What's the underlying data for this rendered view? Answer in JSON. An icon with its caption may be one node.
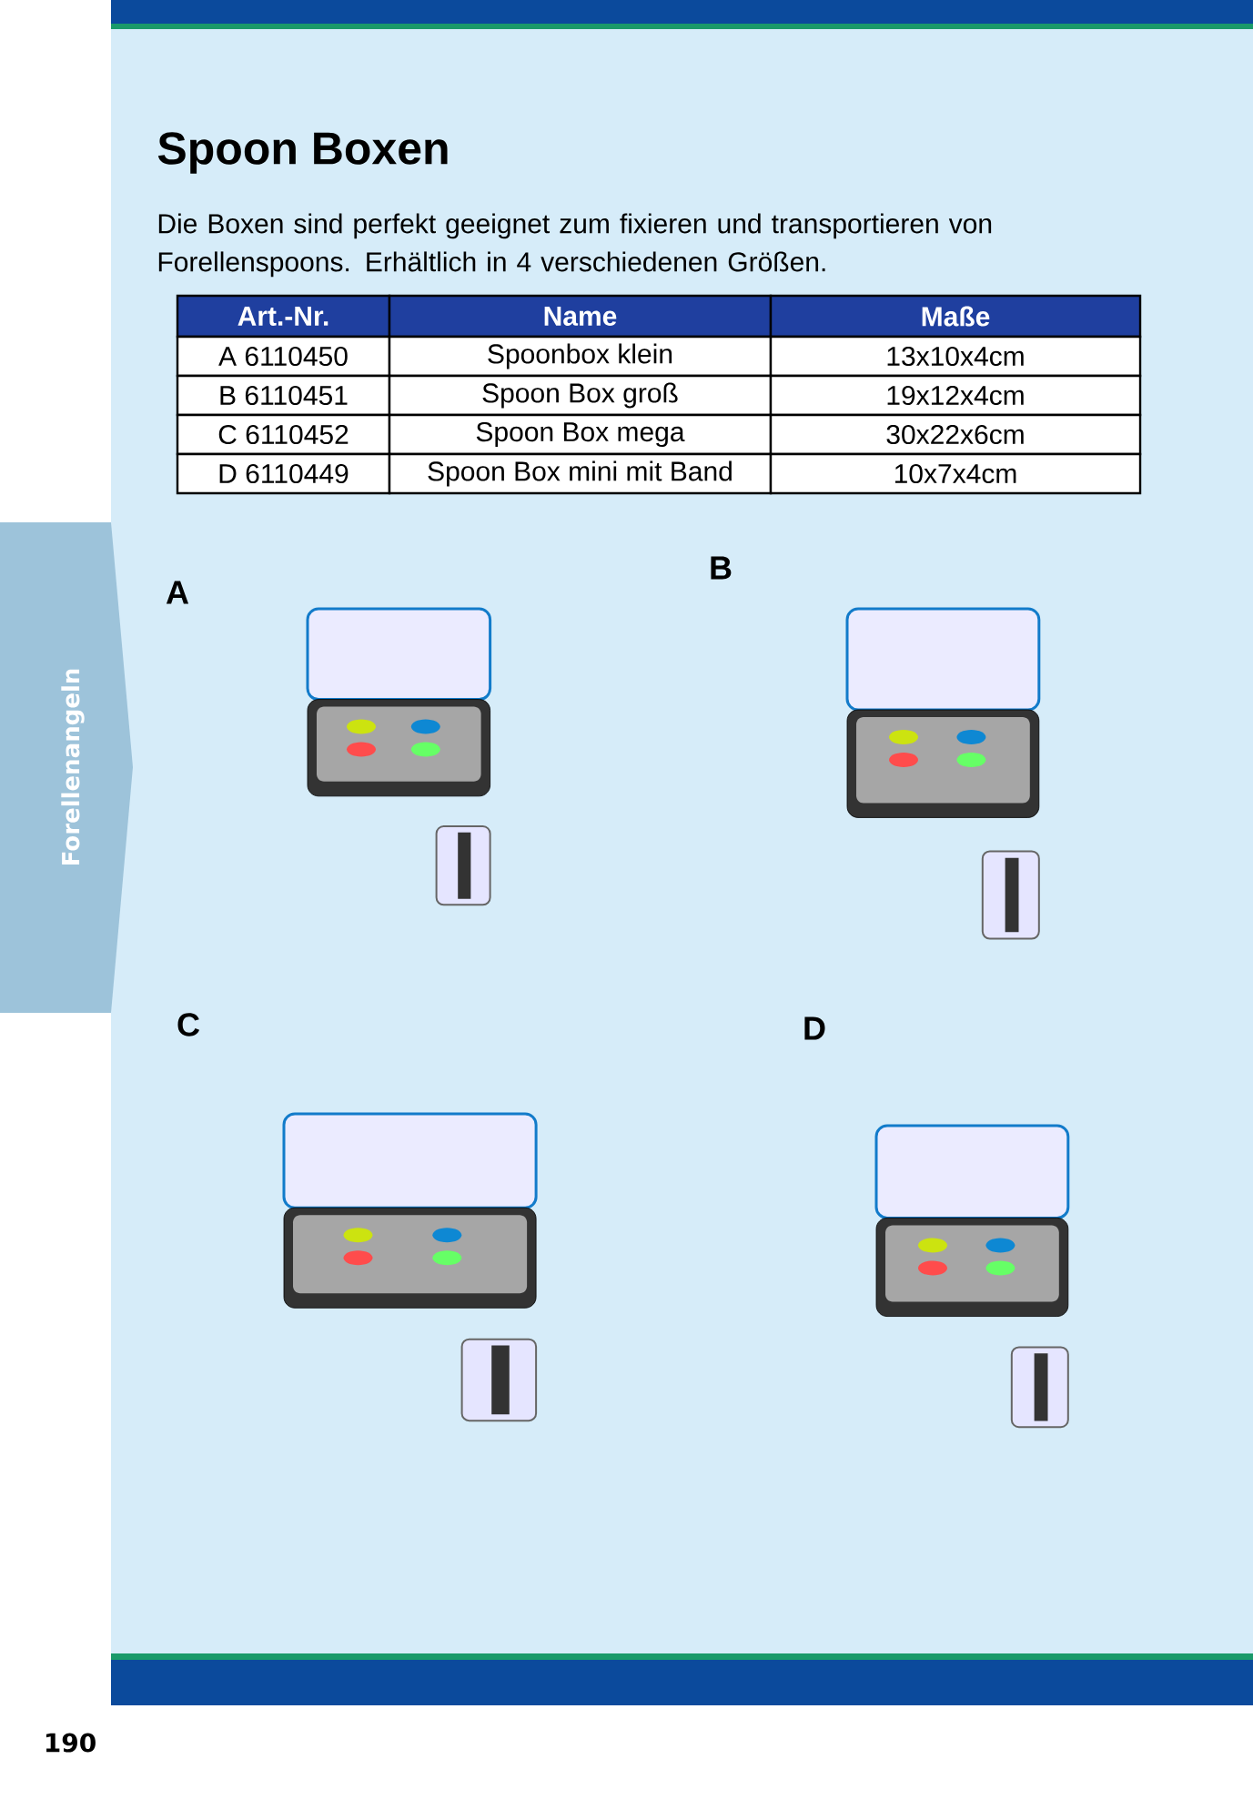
{
  "diagram": {
    "title": "Spoon Boxen",
    "labels": [
      "Die Boxen sind perfekt geeignet zum fixieren und transportieren von Forellenspoons. Erhältlich in 4 verschiedenen Größen.",
      "Art.-Nr.",
      "Name",
      "Maße",
      "A 6110450",
      "Spoonbox klein",
      "13x10x4cm",
      "B 6110451",
      "Spoon Box groß",
      "19x12x4cm",
      "C 6110452",
      "Spoon Box mega",
      "30x22x6cm",
      "D 6110449",
      "Spoon Box mini mit Band",
      "10x7x4cm",
      "A",
      "B",
      "C",
      "D",
      "Forellenangeln",
      "190"
    ]
  }
}
